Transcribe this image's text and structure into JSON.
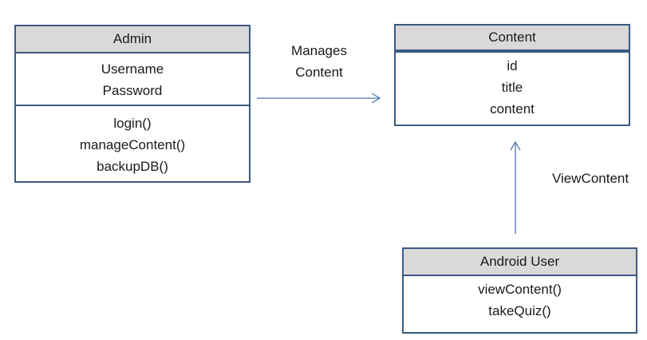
{
  "classes": {
    "admin": {
      "name": "Admin",
      "attributes": [
        "Username",
        "Password"
      ],
      "methods": [
        "login()",
        "manageContent()",
        "backupDB()"
      ]
    },
    "content": {
      "name": "Content",
      "attributes": [
        "id",
        "title",
        "content"
      ]
    },
    "android_user": {
      "name": "Android User",
      "methods": [
        "viewContent()",
        "takeQuiz()"
      ]
    }
  },
  "relations": {
    "manages": {
      "line1": "Manages",
      "line2": "Content"
    },
    "view": {
      "label": "ViewContent"
    }
  },
  "colors": {
    "border": "#3b5a80",
    "header": "#d9d9d9",
    "arrow": "#4f7bb0"
  }
}
